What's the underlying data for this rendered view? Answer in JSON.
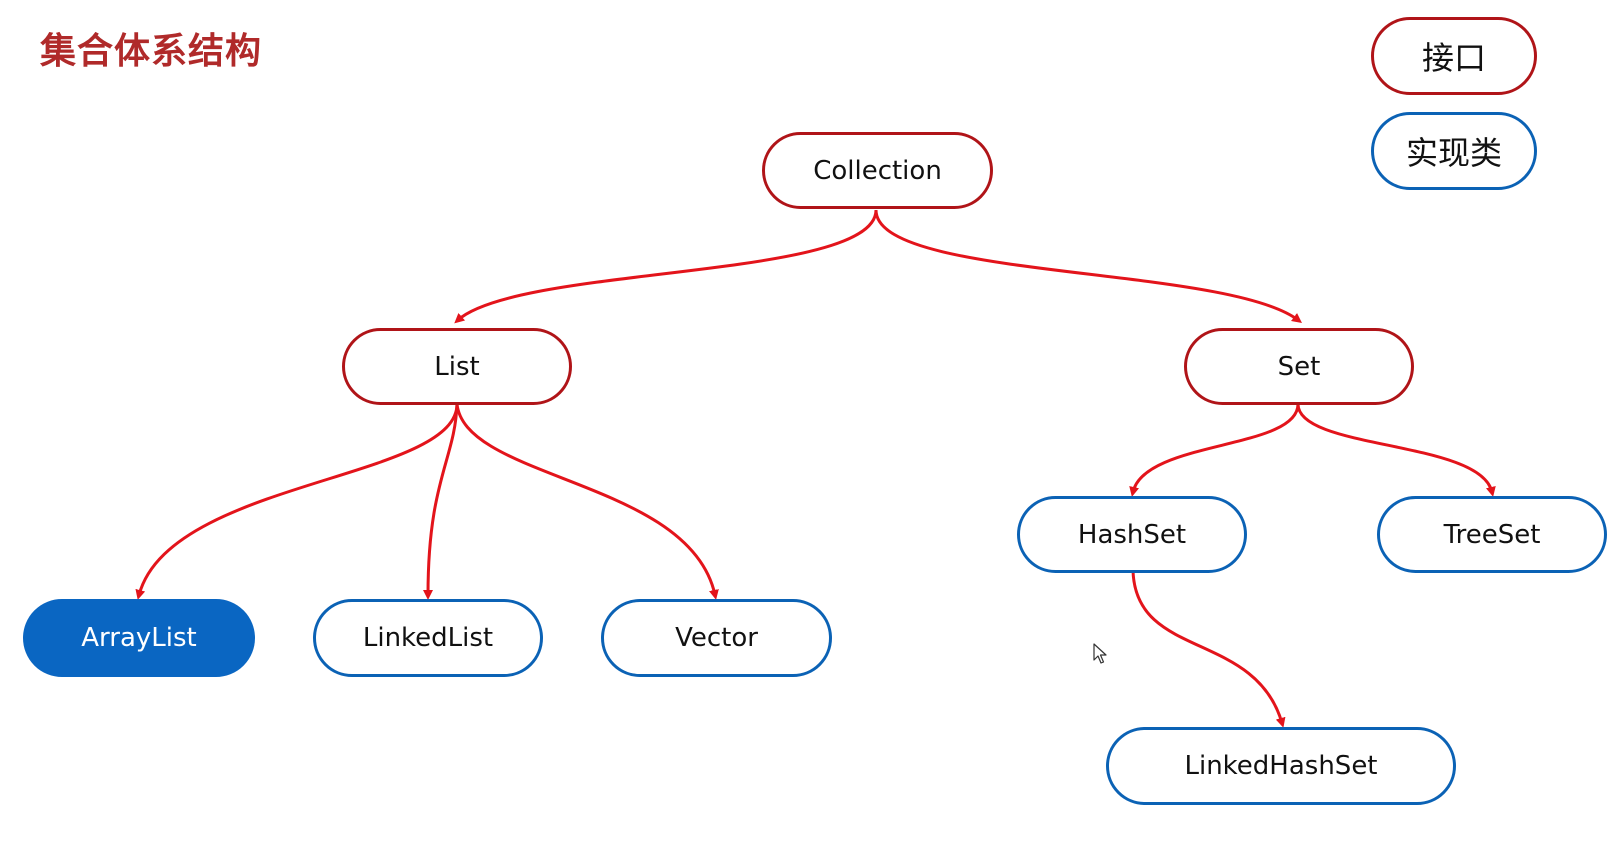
{
  "title": "集合体系结构",
  "legend": {
    "interface": "接口",
    "implementation": "实现类"
  },
  "nodes": {
    "collection": "Collection",
    "list": "List",
    "set": "Set",
    "arraylist": "ArrayList",
    "linkedlist": "LinkedList",
    "vector": "Vector",
    "hashset": "HashSet",
    "treeset": "TreeSet",
    "linkedhashset": "LinkedHashSet"
  },
  "colors": {
    "interface_border": "#b01418",
    "implementation_border": "#0b62b5",
    "arrow": "#e3141b",
    "highlight_fill": "#0a66c2",
    "title": "#b02a2a"
  },
  "icons": [
    "mouse-pointer-icon"
  ]
}
